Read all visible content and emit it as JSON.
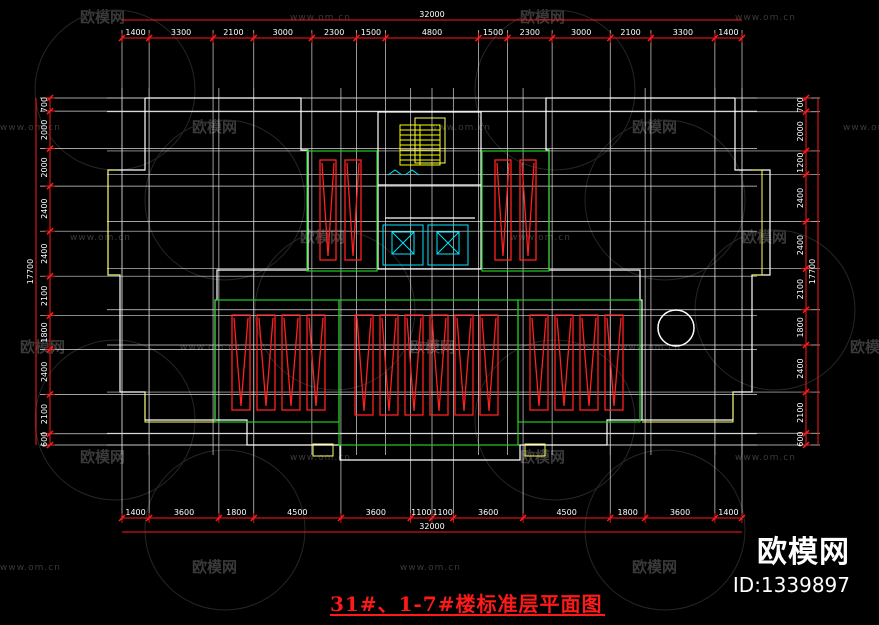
{
  "drawing": {
    "title": "31#、1-7#楼标准层平面图",
    "top_total": "32000",
    "bottom_total": "32000",
    "left_total": "17700",
    "right_total": "17700",
    "top_dims": [
      "1400",
      "3300",
      "2100",
      "3000",
      "2300",
      "1500",
      "4800",
      "1500",
      "2300",
      "3000",
      "2100",
      "3300",
      "1400"
    ],
    "bottom_dims": [
      "1400",
      "3600",
      "1800",
      "4500",
      "3600",
      "1100",
      "1100",
      "3600",
      "4500",
      "1800",
      "3600",
      "1400"
    ],
    "left_dims": [
      "700",
      "2000",
      "2000",
      "2400",
      "2400",
      "2100",
      "1800",
      "2400",
      "2100",
      "600"
    ],
    "right_dims": [
      "700",
      "2000",
      "1200",
      "2400",
      "2400",
      "2100",
      "1800",
      "2400",
      "2100",
      "600"
    ]
  },
  "watermark": {
    "url": "www.om.cn",
    "brand": "欧模网"
  },
  "logo": {
    "brand": "欧模网",
    "id": "ID:1339897"
  },
  "colors": {
    "background": "#000000",
    "dimension_lines": "#ff1a1a",
    "axis_lines": "#ffffff",
    "walls": "#ffffff",
    "balconies": "#ffff66",
    "bathroom_zones": "#22cc22",
    "fixtures": "#ff2020",
    "stair": "#ffff00",
    "elevator": "#00e5ff"
  }
}
